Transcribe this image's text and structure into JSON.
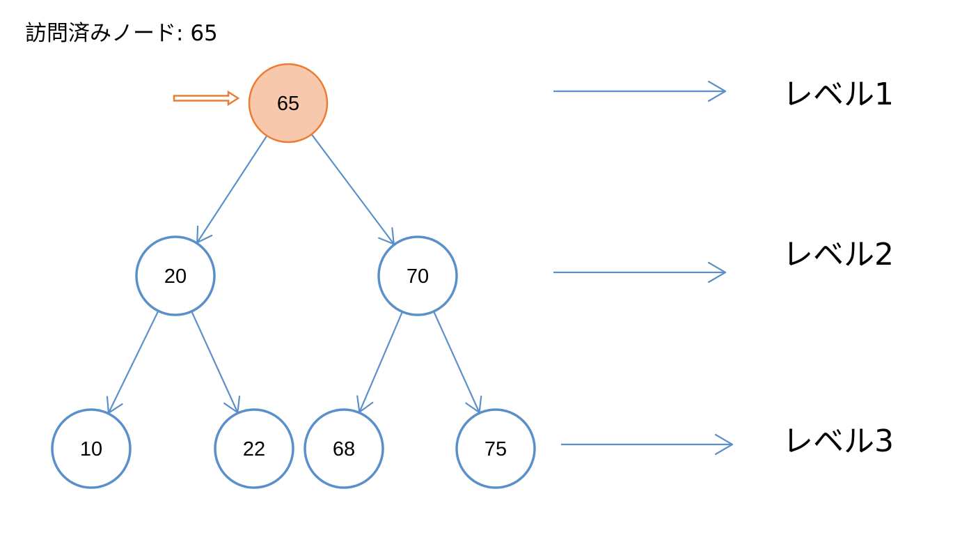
{
  "visited": {
    "label": "訪問済みノード",
    "separator": ": ",
    "value": "65"
  },
  "colors": {
    "edge": "#5b8fc9",
    "node_border": "#5b8fc9",
    "node_fill": "#ffffff",
    "visited_fill": "#f7c8ac",
    "visited_border": "#ec7c34",
    "pointer": "#ec7c34",
    "text": "#000000"
  },
  "tree": {
    "current": "65",
    "nodes": [
      {
        "id": "n65",
        "label": "65",
        "level": 1,
        "visited": true
      },
      {
        "id": "n20",
        "label": "20",
        "level": 2,
        "visited": false
      },
      {
        "id": "n70",
        "label": "70",
        "level": 2,
        "visited": false
      },
      {
        "id": "n10",
        "label": "10",
        "level": 3,
        "visited": false
      },
      {
        "id": "n22",
        "label": "22",
        "level": 3,
        "visited": false
      },
      {
        "id": "n68",
        "label": "68",
        "level": 3,
        "visited": false
      },
      {
        "id": "n75",
        "label": "75",
        "level": 3,
        "visited": false
      }
    ],
    "edges": [
      {
        "from": "n65",
        "to": "n20"
      },
      {
        "from": "n65",
        "to": "n70"
      },
      {
        "from": "n20",
        "to": "n10"
      },
      {
        "from": "n20",
        "to": "n22"
      },
      {
        "from": "n70",
        "to": "n68"
      },
      {
        "from": "n70",
        "to": "n75"
      }
    ]
  },
  "levels": [
    {
      "level": 1,
      "label": "レベル1"
    },
    {
      "level": 2,
      "label": "レベル2"
    },
    {
      "level": 3,
      "label": "レベル3"
    }
  ]
}
